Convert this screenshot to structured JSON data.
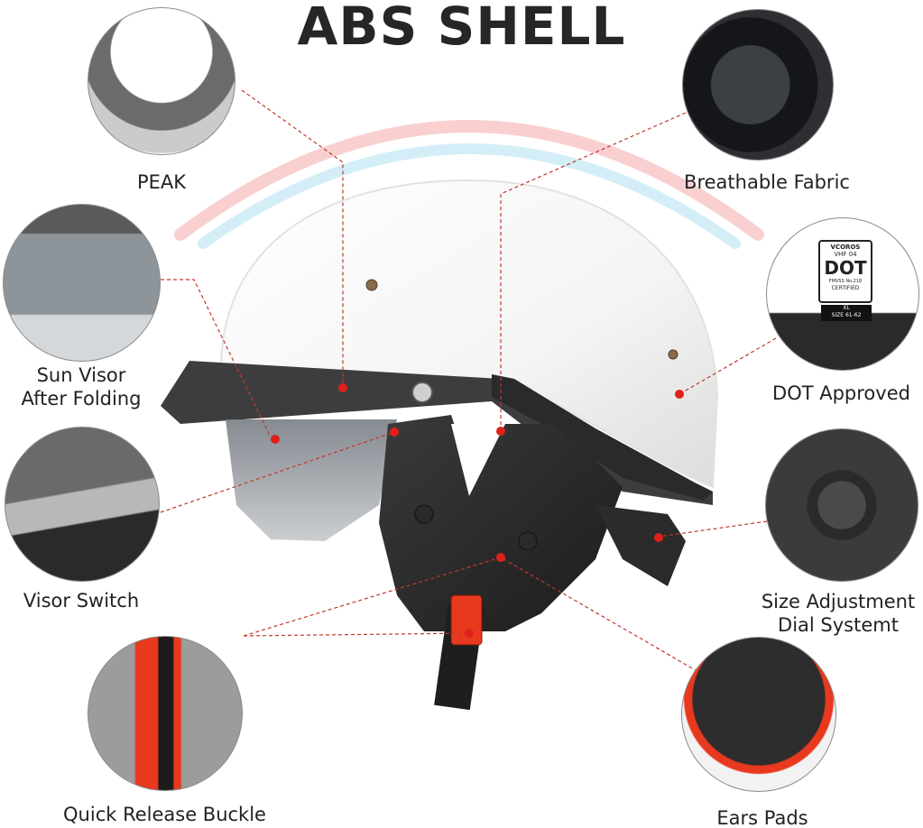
{
  "title": "ABS SHELL",
  "brand_colors": {
    "accent_red": "#e0201b",
    "callout_line": "#c0392b",
    "arc_pink": "#f6b9b9",
    "arc_blue": "#bfe6f4",
    "text": "#222222"
  },
  "features": [
    {
      "id": "peak",
      "label": "PEAK"
    },
    {
      "id": "breathable-fabric",
      "label": "Breathable Fabric"
    },
    {
      "id": "sun-visor",
      "label_line1": "Sun Visor",
      "label_line2": "After Folding"
    },
    {
      "id": "dot-approved",
      "label": "DOT Approved"
    },
    {
      "id": "visor-switch",
      "label": "Visor Switch"
    },
    {
      "id": "size-adjustment",
      "label_line1": "Size Adjustment",
      "label_line2": "Dial Systemt"
    },
    {
      "id": "quick-release-buckle",
      "label": "Quick Release Buckle"
    },
    {
      "id": "ears-pads",
      "label": "Ears Pads"
    }
  ],
  "dot_sticker": {
    "brand": "VCOROS",
    "model": "VHF 04",
    "mark": "DOT",
    "standard": "FMVSS No.218",
    "certified": "CERTIFIED",
    "size_value": "XL",
    "size_label": "SIZE",
    "size_range": "61-62"
  }
}
